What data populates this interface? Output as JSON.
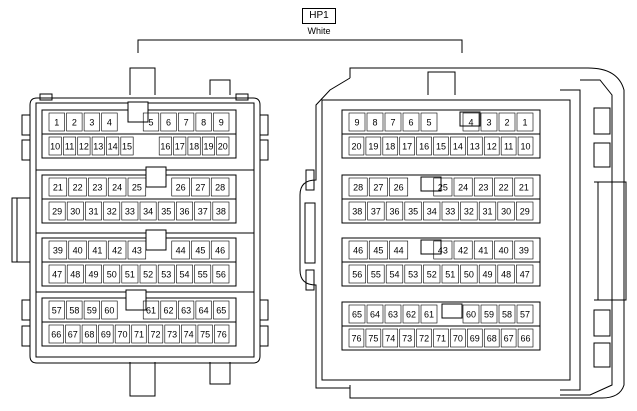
{
  "connector": {
    "name": "HP1",
    "color_label": "White",
    "female_view": {
      "rows": [
        {
          "top": [
            [
              "1",
              "2",
              "3",
              "4"
            ],
            [
              "5",
              "6",
              "7",
              "8",
              "9"
            ]
          ],
          "bottom": [
            [
              "10",
              "11",
              "12",
              "13",
              "14",
              "15"
            ],
            [
              "16",
              "17",
              "18",
              "19",
              "20"
            ]
          ]
        },
        {
          "top": [
            [
              "21",
              "22",
              "23",
              "24",
              "25"
            ],
            [
              "26",
              "27",
              "28"
            ]
          ],
          "bottom": [
            [
              "29",
              "30",
              "31",
              "32",
              "33",
              "34",
              "35",
              "36",
              "37",
              "38"
            ]
          ]
        },
        {
          "top": [
            [
              "39",
              "40",
              "41",
              "42",
              "43"
            ],
            [
              "44",
              "45",
              "46"
            ]
          ],
          "bottom": [
            [
              "47",
              "48",
              "49",
              "50",
              "51",
              "52",
              "53",
              "54",
              "55",
              "56"
            ]
          ]
        },
        {
          "top": [
            [
              "57",
              "58",
              "59",
              "60"
            ],
            [
              "61",
              "62",
              "63",
              "64",
              "65"
            ]
          ],
          "bottom": [
            [
              "66",
              "67",
              "68",
              "69",
              "70",
              "71",
              "72",
              "73",
              "74",
              "75",
              "76"
            ]
          ]
        }
      ]
    },
    "male_view": {
      "rows": [
        {
          "top": [
            [
              "9",
              "8",
              "7",
              "6",
              "5"
            ],
            [
              "4",
              "3",
              "2",
              "1"
            ]
          ],
          "bottom": [
            [
              "20",
              "19",
              "18",
              "17",
              "16",
              "15",
              "14",
              "13",
              "12",
              "11",
              "10"
            ]
          ]
        },
        {
          "top": [
            [
              "28",
              "27",
              "26"
            ],
            [
              "25",
              "24",
              "23",
              "22",
              "21"
            ]
          ],
          "bottom": [
            [
              "38",
              "37",
              "36",
              "35",
              "34",
              "33",
              "32",
              "31",
              "30",
              "29"
            ]
          ]
        },
        {
          "top": [
            [
              "46",
              "45",
              "44"
            ],
            [
              "43",
              "42",
              "41",
              "40",
              "39"
            ]
          ],
          "bottom": [
            [
              "56",
              "55",
              "54",
              "53",
              "52",
              "51",
              "50",
              "49",
              "48",
              "47"
            ]
          ]
        },
        {
          "top": [
            [
              "65",
              "64",
              "63",
              "62",
              "61"
            ],
            [
              "60",
              "59",
              "58",
              "57"
            ]
          ],
          "bottom": [
            [
              "76",
              "75",
              "74",
              "73",
              "72",
              "71",
              "70",
              "69",
              "68",
              "67",
              "66"
            ]
          ]
        }
      ]
    }
  }
}
